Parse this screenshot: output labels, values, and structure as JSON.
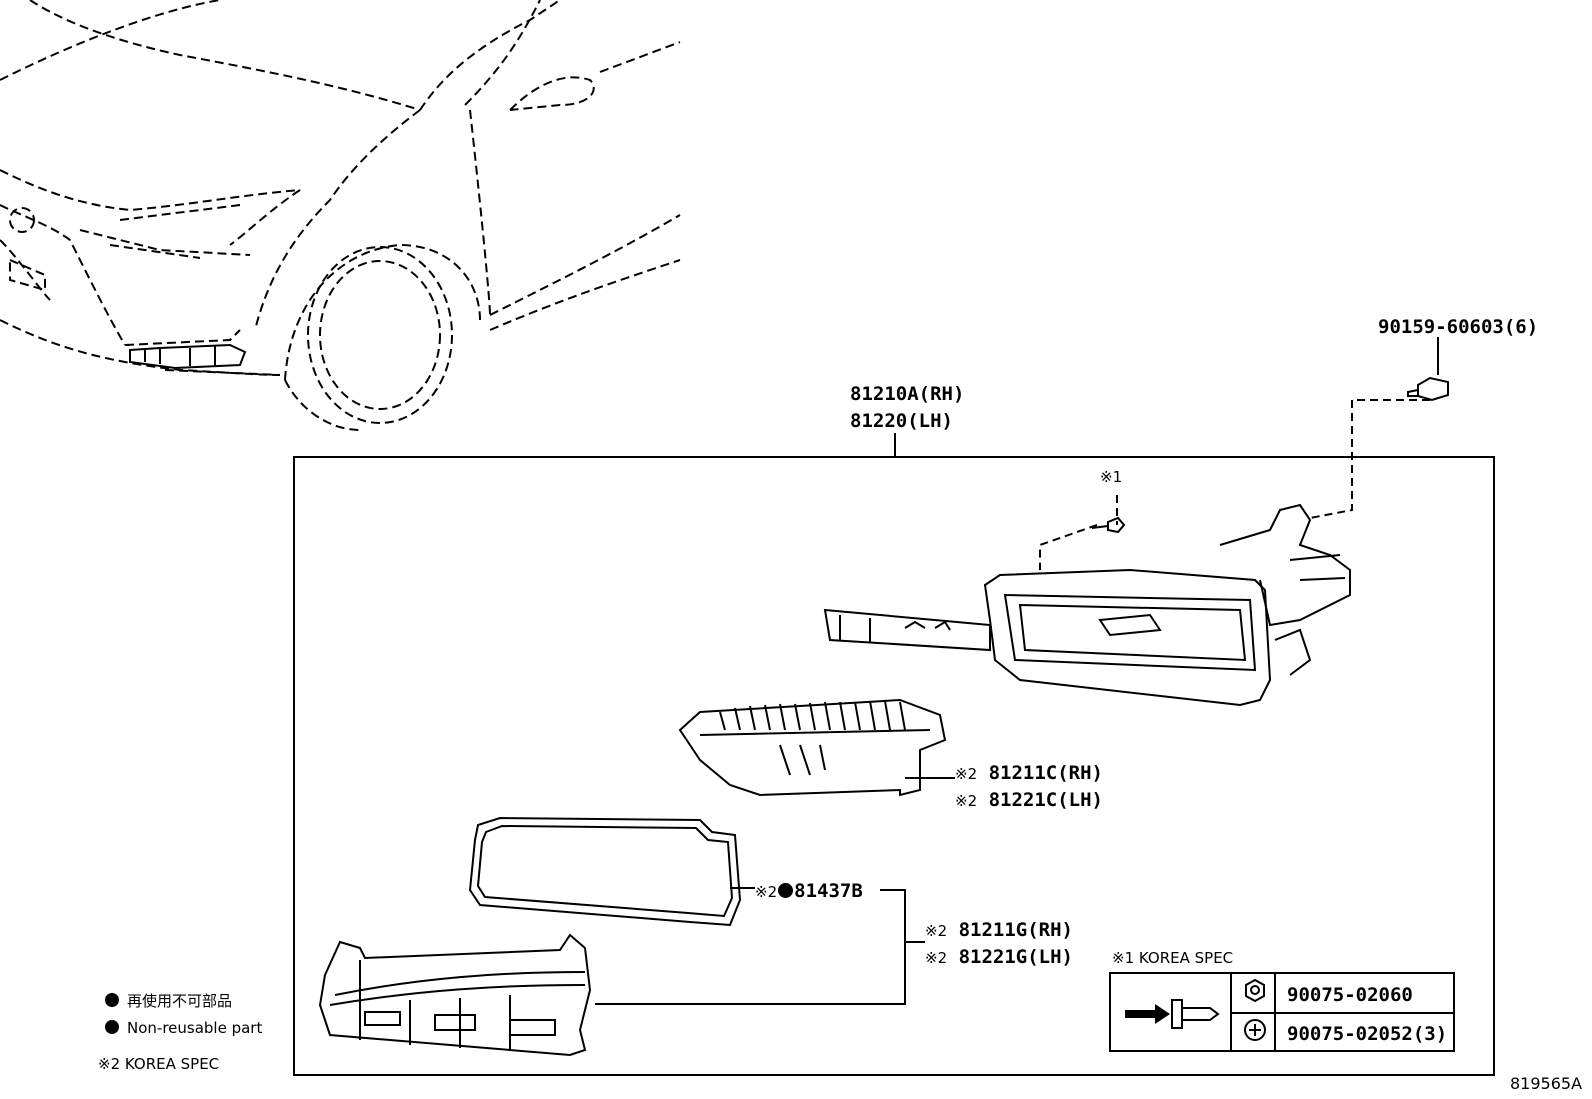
{
  "labels": {
    "clip_bolt": "90159-60603(6)",
    "lamp_rh": "81210A(RH)",
    "lamp_lh": "81220(LH)",
    "korea_mark_1": "※1",
    "housing_rh_mark": "※2",
    "housing_rh": "81211C(RH)",
    "housing_lh_mark": "※2",
    "housing_lh": "81221C(LH)",
    "gasket_mark": "※2",
    "gasket": "81437B",
    "lens_rh_mark": "※2",
    "lens_rh": "81211G(RH)",
    "lens_lh_mark": "※2",
    "lens_lh": "81221G(LH)"
  },
  "korea_spec_box": {
    "title": "※1 KOREA SPEC",
    "rows": [
      {
        "icon": "nut-head-icon",
        "part": "90075-02060"
      },
      {
        "icon": "phillips-head-icon",
        "part": "90075-02052(3)"
      }
    ]
  },
  "legend": {
    "jp_text": "再使用不可部品",
    "en_text": "Non-reusable part",
    "korea_note": "※2 KOREA SPEC"
  },
  "diagram_id": "819565A"
}
